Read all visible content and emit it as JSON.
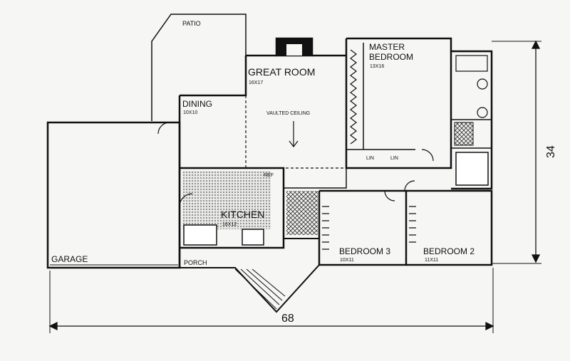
{
  "plan": {
    "rooms": {
      "patio": "PATIO",
      "great_room": "GREAT ROOM",
      "great_room_size": "16X17",
      "vaulted_ceiling": "VAULTED CEILING",
      "dining": "DINING",
      "dining_size": "10X10",
      "master_bedroom_line1": "MASTER",
      "master_bedroom_line2": "BEDROOM",
      "master_bedroom_size": "13X16",
      "kitchen": "KITCHEN",
      "kitchen_size": "16X12",
      "garage": "GARAGE",
      "porch": "PORCH",
      "bedroom_3": "BEDROOM 3",
      "bedroom_3_size": "10X11",
      "bedroom_2": "BEDROOM 2",
      "bedroom_2_size": "11X11",
      "lin_1": "LIN",
      "lin_2": "LIN",
      "ref": "REF"
    },
    "dimensions": {
      "width": "68",
      "depth": "34"
    }
  }
}
